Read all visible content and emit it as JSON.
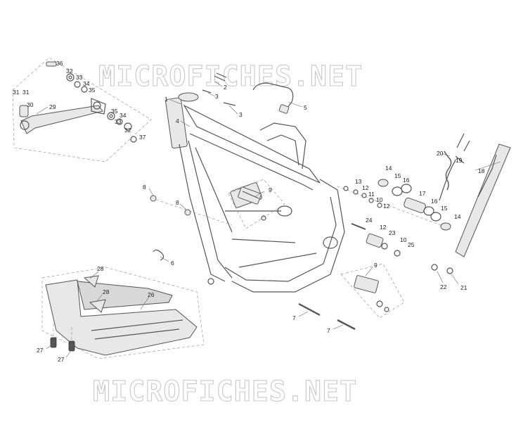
{
  "watermark": {
    "top": "MICROFICHES.NET",
    "bottom": "MICROFICHES.NET"
  },
  "callouts": {
    "c1": "1",
    "c2": "2",
    "c3a": "3",
    "c3b": "3",
    "c4": "4",
    "c5": "5",
    "c6": "6",
    "c7a": "7",
    "c7b": "7",
    "c8a": "8",
    "c8b": "8",
    "c9a": "9",
    "c9b": "9",
    "c10a": "10",
    "c10b": "10",
    "c11": "11",
    "c12a": "12",
    "c12b": "12",
    "c12c": "12",
    "c13": "13",
    "c14a": "14",
    "c14b": "14",
    "c15a": "15",
    "c15b": "15",
    "c16a": "16",
    "c16b": "16",
    "c17": "17",
    "c18": "18",
    "c19": "19",
    "c20": "20",
    "c21": "21",
    "c22": "22",
    "c23": "23",
    "c24": "24",
    "c25": "25",
    "c26": "26",
    "c27a": "27",
    "c27b": "27",
    "c28a": "28",
    "c28b": "28",
    "c29": "29",
    "c30": "30",
    "c31a": "31",
    "c31b": "31",
    "c32a": "32",
    "c32b": "32",
    "c33a": "33",
    "c33b": "33",
    "c34a": "34",
    "c34b": "34",
    "c35a": "35",
    "c35b": "35",
    "c36": "36",
    "c37": "37"
  }
}
